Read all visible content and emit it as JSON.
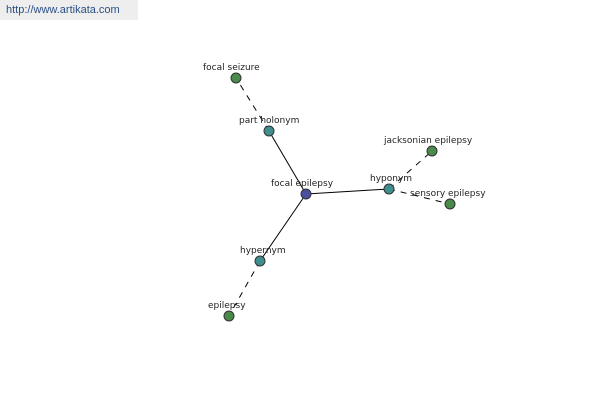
{
  "banner": {
    "url_text": "http://www.artikata.com"
  },
  "colors": {
    "center": "#4a4f9e",
    "relation": "#3f8f8f",
    "leaf": "#4a8a4a",
    "banner_text": "#2b4f84",
    "banner_bg": "#eeeeee"
  },
  "graph": {
    "nodes": [
      {
        "id": "focal-epilepsy",
        "label": "focal epilepsy",
        "kind": "center"
      },
      {
        "id": "part-holonym",
        "label": "part holonym",
        "kind": "relation"
      },
      {
        "id": "hyponym",
        "label": "hyponym",
        "kind": "relation"
      },
      {
        "id": "hypernym",
        "label": "hypernym",
        "kind": "relation"
      },
      {
        "id": "focal-seizure",
        "label": "focal seizure",
        "kind": "leaf"
      },
      {
        "id": "jacksonian-epilepsy",
        "label": "jacksonian epilepsy",
        "kind": "leaf"
      },
      {
        "id": "sensory-epilepsy",
        "label": "sensory epilepsy",
        "kind": "leaf"
      },
      {
        "id": "epilepsy",
        "label": "epilepsy",
        "kind": "leaf"
      }
    ],
    "edges": [
      {
        "from": "focal-epilepsy",
        "to": "part-holonym",
        "style": "solid"
      },
      {
        "from": "focal-epilepsy",
        "to": "hyponym",
        "style": "solid"
      },
      {
        "from": "focal-epilepsy",
        "to": "hypernym",
        "style": "solid"
      },
      {
        "from": "part-holonym",
        "to": "focal-seizure",
        "style": "dashed"
      },
      {
        "from": "hyponym",
        "to": "jacksonian-epilepsy",
        "style": "dashed"
      },
      {
        "from": "hyponym",
        "to": "sensory-epilepsy",
        "style": "dashed"
      },
      {
        "from": "hypernym",
        "to": "epilepsy",
        "style": "dashed"
      }
    ]
  }
}
